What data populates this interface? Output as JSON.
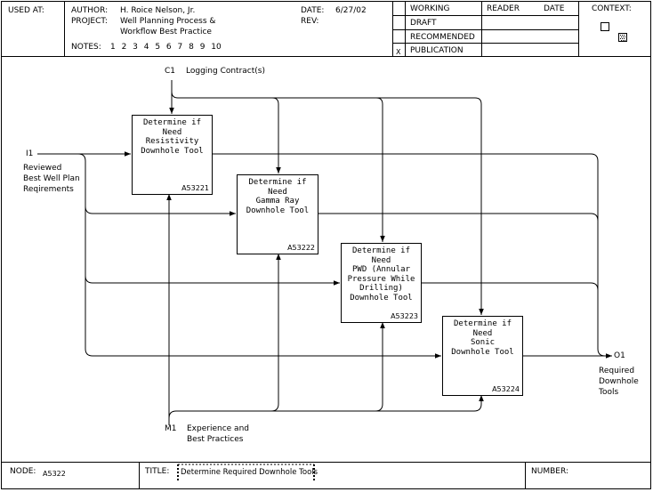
{
  "header": {
    "used_at_label": "USED AT:",
    "author_label": "AUTHOR:",
    "author": "H. Roice Nelson, Jr.",
    "project_label": "PROJECT:",
    "project_line1": "Well Planning Process &",
    "project_line2": "Workflow Best Practice",
    "notes_label": "NOTES:",
    "notes": "1 2 3 4 5 6 7 8 9 10",
    "date_label": "DATE:",
    "date": "6/27/02",
    "rev_label": "REV:",
    "status_options": [
      "WORKING",
      "DRAFT",
      "RECOMMENDED",
      "PUBLICATION"
    ],
    "status_mark": "X",
    "reader_label": "READER",
    "reader_date_label": "DATE",
    "context_label": "CONTEXT:"
  },
  "diagram": {
    "control": {
      "id": "C1",
      "label": "Logging Contract(s)"
    },
    "input": {
      "id": "I1",
      "label_lines": [
        "Reviewed",
        "Best Well Plan",
        "Reqirements"
      ]
    },
    "mechanism": {
      "id": "M1",
      "label_lines": [
        "Experience and",
        "Best Practices"
      ]
    },
    "output": {
      "id": "O1",
      "label_lines": [
        "Required",
        "Downhole",
        "Tools"
      ]
    },
    "activities": [
      {
        "label": "Determine if\nNeed\nResistivity\nDownhole Tool",
        "code": "A53221"
      },
      {
        "label": "Determine if\nNeed\nGamma Ray\nDownhole Tool",
        "code": "A53222"
      },
      {
        "label": "Determine if\nNeed\nPWD (Annular\nPressure While\nDrilling)\nDownhole Tool",
        "code": "A53223"
      },
      {
        "label": "Determine if\nNeed\nSonic\nDownhole Tool",
        "code": "A53224"
      }
    ]
  },
  "footer": {
    "node_label": "NODE:",
    "node": "A5322",
    "title_label": "TITLE:",
    "title": "Determine Required Downhole Tools",
    "number_label": "NUMBER:"
  }
}
